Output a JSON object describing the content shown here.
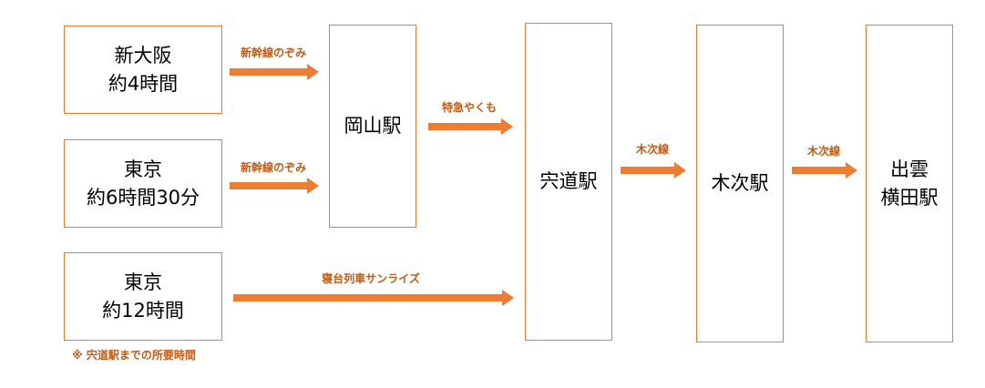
{
  "origins": [
    {
      "line1": "新大阪",
      "line2": "約4時間"
    },
    {
      "line1": "東京",
      "line2": "約6時間30分"
    },
    {
      "line1": "東京",
      "line2": "約12時間"
    }
  ],
  "stations": {
    "okayama": "岡山駅",
    "shinji": "宍道駅",
    "kisuki": "木次駅",
    "izumo_line1": "出雲",
    "izumo_line2": "横田駅"
  },
  "routes": {
    "shinkansen_1": "新幹線のぞみ",
    "shinkansen_2": "新幹線のぞみ",
    "yakumo": "特急やくも",
    "sunrise": "寝台列車サンライズ",
    "kisuki_line_1": "木次線",
    "kisuki_line_2": "木次線"
  },
  "footnote": "※ 宍道駅までの所要時間",
  "colors": {
    "accent": "#ED7D31",
    "label": "#C55A11"
  }
}
